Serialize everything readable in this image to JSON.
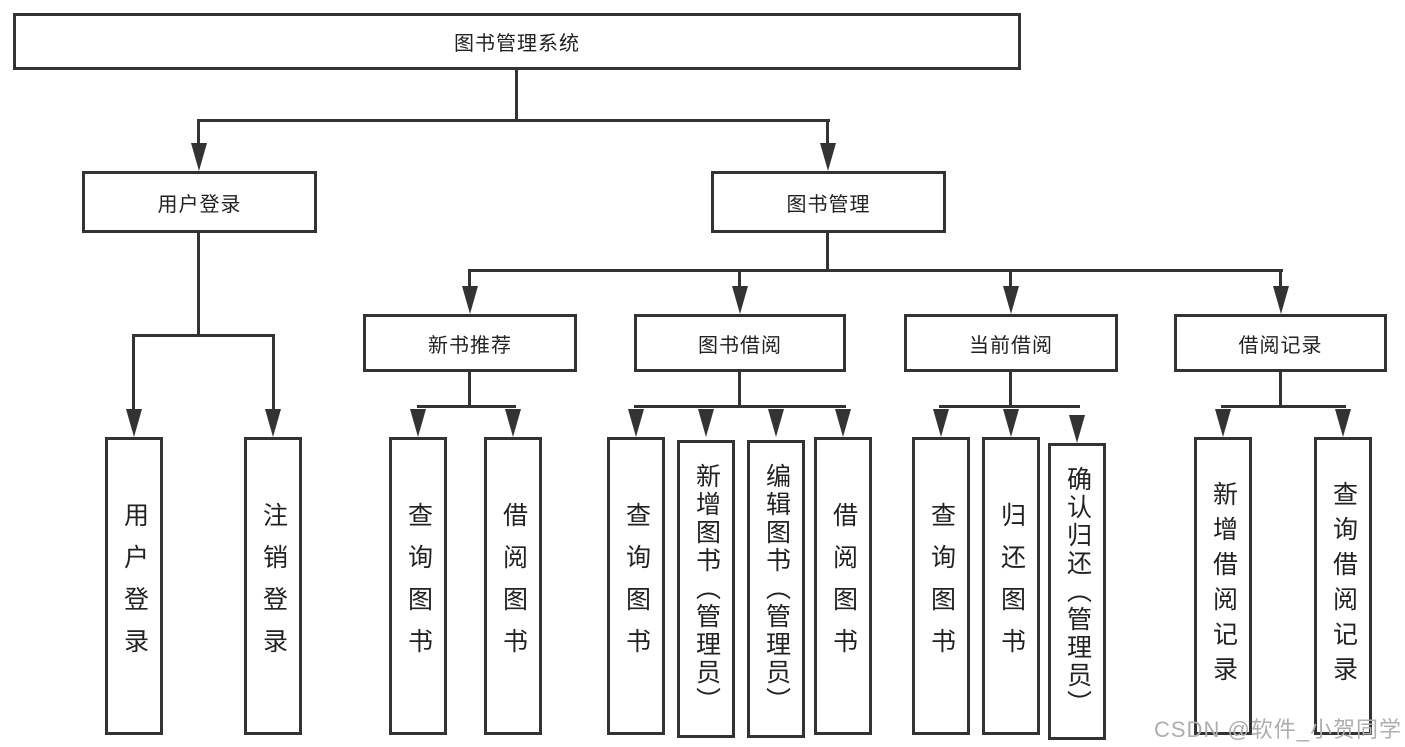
{
  "diagram_title": "图书管理系统",
  "tree": {
    "root": {
      "label": "图书管理系统"
    },
    "level2": [
      {
        "label": "用户登录"
      },
      {
        "label": "图书管理"
      }
    ],
    "level3": [
      {
        "label": "新书推荐"
      },
      {
        "label": "图书借阅"
      },
      {
        "label": "当前借阅"
      },
      {
        "label": "借阅记录"
      }
    ],
    "leaves": {
      "user_login": [
        {
          "label": "用户登录"
        },
        {
          "label": "注销登录"
        }
      ],
      "new_book": [
        {
          "label": "查询图书"
        },
        {
          "label": "借阅图书"
        }
      ],
      "book_borrow": [
        {
          "label": "查询图书"
        },
        {
          "label": "新增图书（管理员）"
        },
        {
          "label": "编辑图书（管理员）"
        },
        {
          "label": "借阅图书"
        }
      ],
      "current_borrow": [
        {
          "label": "查询图书"
        },
        {
          "label": "归还图书"
        },
        {
          "label": "确认归还（管理员）"
        }
      ],
      "borrow_record": [
        {
          "label": "新增借阅记录"
        },
        {
          "label": "查询借阅记录"
        }
      ]
    }
  },
  "watermark": {
    "text": "CSDN @软件_小贺同学"
  },
  "colors": {
    "background": "#ffffff",
    "line": "#333333",
    "box_border": "#333333",
    "text": "#222222",
    "watermark": "#aeaeae"
  }
}
